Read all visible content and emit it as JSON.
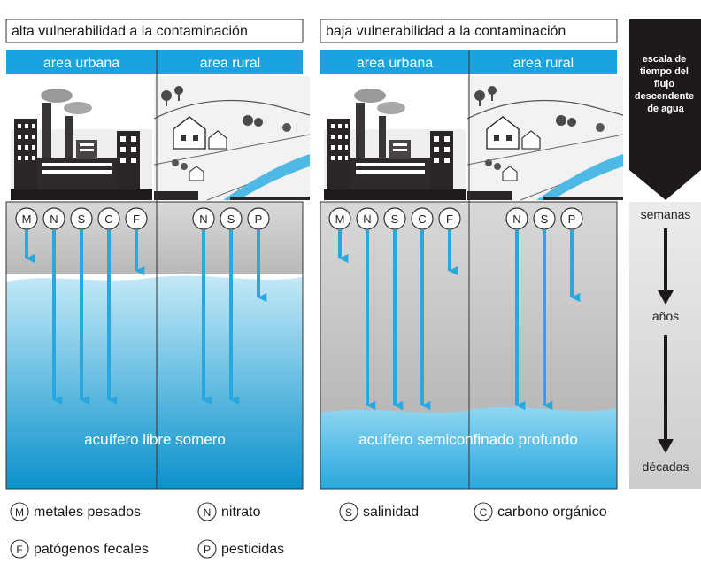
{
  "panels": [
    {
      "title": "alta vulnerabilidad a la contaminación",
      "zones": [
        "area urbana",
        "area rural"
      ],
      "urban_labels": [
        "M",
        "N",
        "S",
        "C",
        "F"
      ],
      "rural_labels": [
        "N",
        "S",
        "P"
      ],
      "aquifer": "acuífero libre somero"
    },
    {
      "title": "baja vulnerabilidad a la contaminación",
      "zones": [
        "area urbana",
        "area rural"
      ],
      "urban_labels": [
        "M",
        "N",
        "S",
        "C",
        "F"
      ],
      "rural_labels": [
        "N",
        "S",
        "P"
      ],
      "aquifer": "acuífero semiconfinado profundo"
    }
  ],
  "scale": {
    "title_lines": [
      "escala de",
      "tiempo del",
      "flujo",
      "descendente",
      "de agua"
    ],
    "levels": [
      "semanas",
      "años",
      "décadas"
    ]
  },
  "legend": [
    {
      "symbol": "M",
      "label": "metales pesados"
    },
    {
      "symbol": "N",
      "label": "nitrato"
    },
    {
      "symbol": "S",
      "label": "salinidad"
    },
    {
      "symbol": "C",
      "label": "carbono orgánico"
    },
    {
      "symbol": "F",
      "label": "patógenos fecales"
    },
    {
      "symbol": "P",
      "label": "pesticidas"
    }
  ],
  "colors": {
    "blue_band": "#1aa3de",
    "arrow": "#29a8e0",
    "scale_bar": "#1e1a1a"
  }
}
